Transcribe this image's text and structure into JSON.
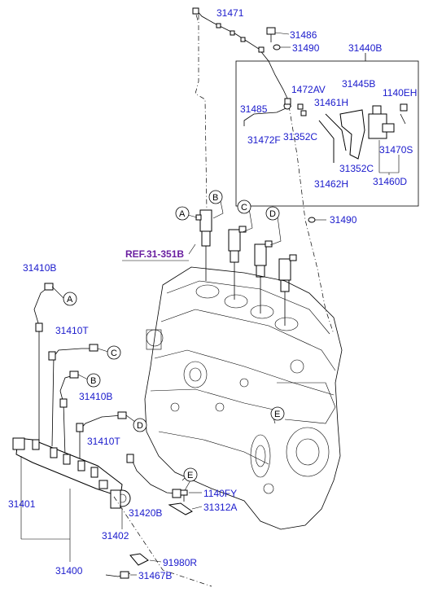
{
  "ref_label": "REF.31-351B",
  "callouts": {
    "c31471": "31471",
    "c31486": "31486",
    "c31490a": "31490",
    "c31440B": "31440B",
    "c1472AV": "1472AV",
    "c31445B": "31445B",
    "c1140EH": "1140EH",
    "c31485": "31485",
    "c31461H": "31461H",
    "c31472F": "31472F",
    "c31352Ca": "31352C",
    "c31470S": "31470S",
    "c31352Cb": "31352C",
    "c31462H": "31462H",
    "c31460D": "31460D",
    "c31490b": "31490",
    "c31410B_top": "31410B",
    "c31410T_top": "31410T",
    "c31410B_mid": "31410B",
    "c31410T_bot": "31410T",
    "c31401": "31401",
    "c31420B": "31420B",
    "c1140FY": "1140FY",
    "c31312A": "31312A",
    "c31402": "31402",
    "c31400": "31400",
    "c91980R": "91980R",
    "c31467B": "31467B"
  },
  "markers": {
    "A": "A",
    "B": "B",
    "C": "C",
    "D": "D",
    "E": "E"
  }
}
